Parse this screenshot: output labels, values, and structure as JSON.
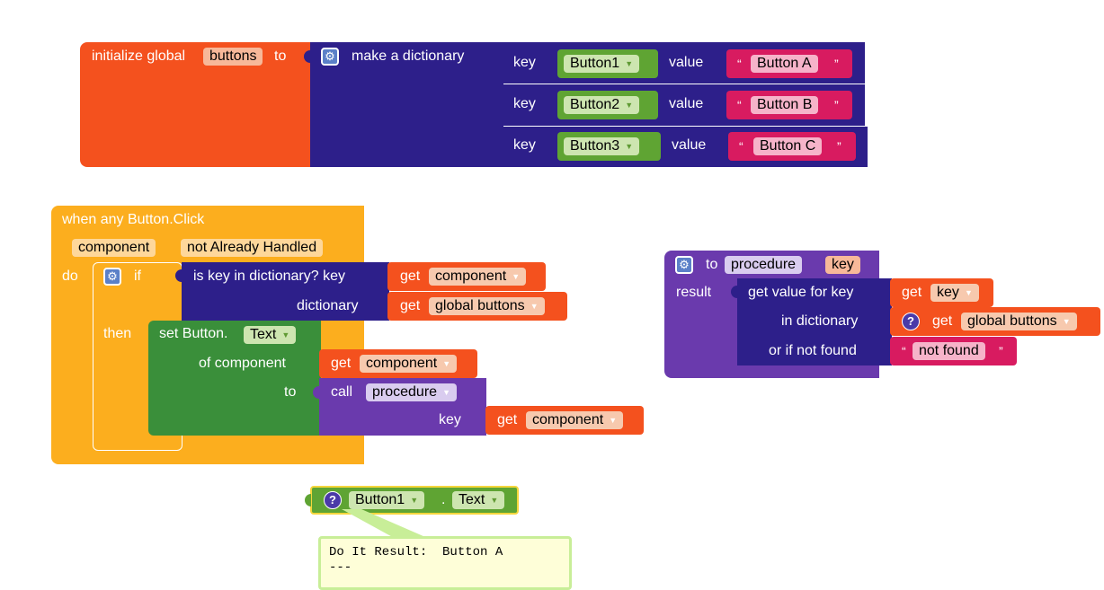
{
  "init_global": {
    "label": "initialize global",
    "var_name": "buttons",
    "to_label": "to",
    "make_dict_label": "make a dictionary",
    "pairs": [
      {
        "key_label": "key",
        "key": "Button1",
        "value_label": "value",
        "value": "Button A"
      },
      {
        "key_label": "key",
        "key": "Button2",
        "value_label": "value",
        "value": "Button B"
      },
      {
        "key_label": "key",
        "key": "Button3",
        "value_label": "value",
        "value": "Button C"
      }
    ]
  },
  "event": {
    "title": "when any Button.Click",
    "param1": "component",
    "param2": "not Already Handled",
    "do_label": "do",
    "if_label": "if",
    "then_label": "then",
    "is_key_label": "is key in dictionary? key",
    "dictionary_label": "dictionary",
    "get_label": "get",
    "get_component": "component",
    "get_global": "global buttons",
    "set_label": "set Button.",
    "set_prop": "Text",
    "of_component_label": "of component",
    "to_label": "to",
    "call_label": "call",
    "call_proc": "procedure",
    "key_label": "key"
  },
  "procedure": {
    "to_label": "to",
    "name": "procedure",
    "param": "key",
    "result_label": "result",
    "get_value_label": "get value for key",
    "in_dict_label": "in dictionary",
    "not_found_label": "or if not found",
    "get_label": "get",
    "get_key": "key",
    "get_global": "global buttons",
    "not_found_value": "not found"
  },
  "getter": {
    "component": "Button1",
    "dot": ".",
    "prop": "Text"
  },
  "do_it": {
    "line1": "Do It Result:  Button A",
    "line2": "---"
  },
  "quotes": {
    "open": "“",
    "close": "”"
  },
  "colors": {
    "variables": "#f4511e",
    "dictionaries": "#2d1f8a",
    "control": "#fcae1e",
    "components": "#3a8f3a",
    "procedures": "#6a3aad",
    "text": "#d81b60",
    "component_chip": "#5fa433"
  }
}
